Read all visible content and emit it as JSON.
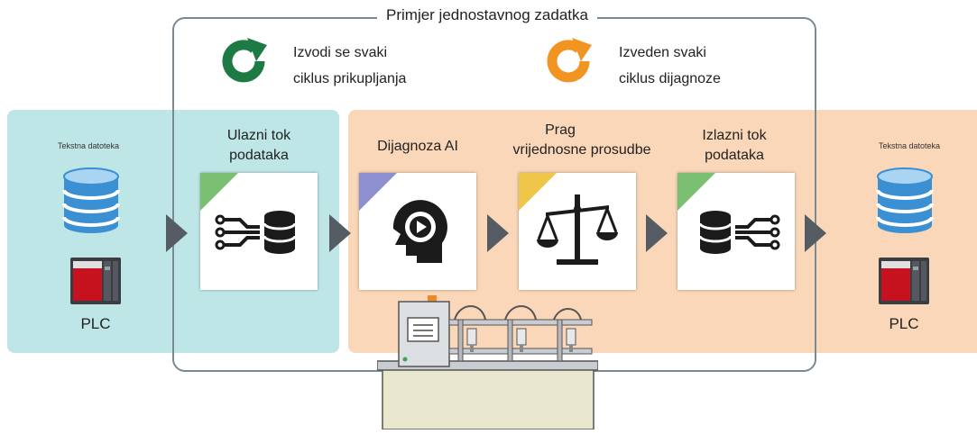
{
  "frame_title": "Primjer jednostavnog zadatka",
  "legend": {
    "collect_line1": "Izvodi se svaki",
    "collect_line2": "ciklus prikupljanja",
    "diag_line1": "Izveden svaki",
    "diag_line2": "ciklus dijagnoze"
  },
  "source": {
    "file_label": "Tekstna datoteka",
    "plc_label": "PLC"
  },
  "target": {
    "file_label": "Tekstna datoteka",
    "plc_label": "PLC"
  },
  "stages": {
    "input_line1": "Ulazni tok",
    "input_line2": "podataka",
    "ai": "Dijagnoza AI",
    "threshold_line1": "Prag",
    "threshold_line2": "vrijednosne prosudbe",
    "output_line1": "Izlazni tok",
    "output_line2": "podataka"
  },
  "colors": {
    "teal_panel": "#bfe6e6",
    "orange_panel": "#fad7b8",
    "collect_cycle": "#1e7a45",
    "diag_cycle": "#f29422",
    "arrow": "#555c63"
  }
}
